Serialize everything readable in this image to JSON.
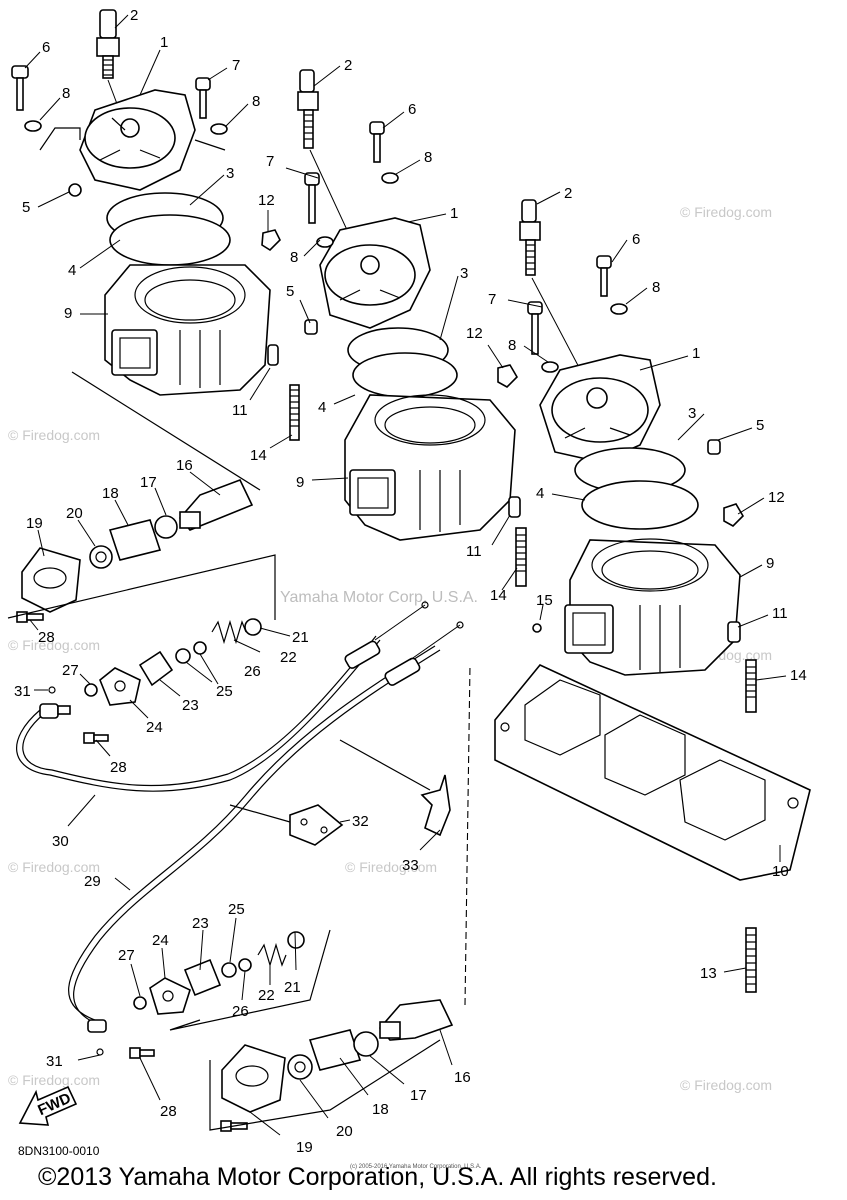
{
  "watermarks": {
    "firedog": "© Firedog.com",
    "yamaha": "Yamaha Motor Corp, U.S.A."
  },
  "callouts": {
    "c1a": "1",
    "c1b": "1",
    "c1c": "1",
    "c2a": "2",
    "c2b": "2",
    "c2c": "2",
    "c3a": "3",
    "c3b": "3",
    "c3c": "3",
    "c4a": "4",
    "c4b": "4",
    "c4c": "4",
    "c5a": "5",
    "c5b": "5",
    "c5c": "5",
    "c6a": "6",
    "c6b": "6",
    "c6c": "6",
    "c7a": "7",
    "c7b": "7",
    "c7c": "7",
    "c8a": "8",
    "c8b": "8",
    "c8c": "8",
    "c8d": "8",
    "c8e": "8",
    "c8f": "8",
    "c9a": "9",
    "c9b": "9",
    "c9c": "9",
    "c10": "10",
    "c11a": "11",
    "c11b": "11",
    "c11c": "11",
    "c12a": "12",
    "c12b": "12",
    "c12c": "12",
    "c13": "13",
    "c14a": "14",
    "c14b": "14",
    "c14c": "14",
    "c15": "15",
    "c16a": "16",
    "c16b": "16",
    "c17a": "17",
    "c17b": "17",
    "c18a": "18",
    "c18b": "18",
    "c19a": "19",
    "c19b": "19",
    "c20a": "20",
    "c20b": "20",
    "c21a": "21",
    "c21b": "21",
    "c22a": "22",
    "c22b": "22",
    "c23a": "23",
    "c23b": "23",
    "c24a": "24",
    "c24b": "24",
    "c25a": "25",
    "c25b": "25",
    "c26a": "26",
    "c26b": "26",
    "c27a": "27",
    "c27b": "27",
    "c28a": "28",
    "c28b": "28",
    "c28c": "28",
    "c29": "29",
    "c30": "30",
    "c31a": "31",
    "c31b": "31",
    "c32": "32",
    "c33": "33"
  },
  "fwd_label": "FWD",
  "diagram_code": "8DN3100-0010",
  "fine_print": "(c) 2005-2016 Yamaha Motor Corporation, U.S.A.",
  "copyright": "©2013 Yamaha Motor Corporation, U.S.A. All rights reserved."
}
